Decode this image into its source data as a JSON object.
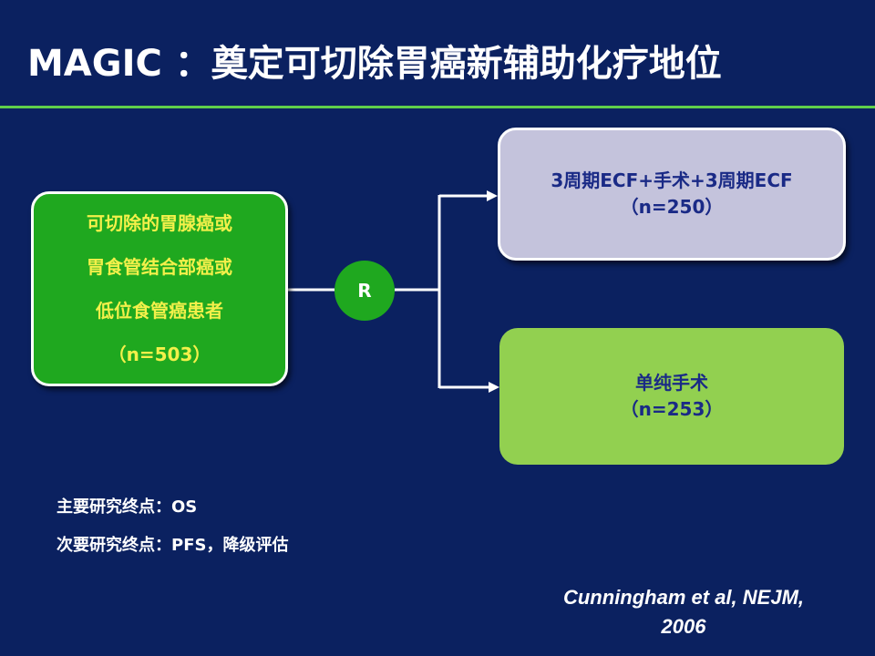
{
  "title": "MAGIC ：奠定可切除胃癌新辅助化疗地位",
  "population": {
    "lines": [
      "可切除的胃腺癌或",
      "胃食管结合部癌或",
      "低位食管癌患者",
      "（n=503）"
    ]
  },
  "randomization_label": "R",
  "arms": [
    {
      "label": "3周期ECF+手术+3周期ECF",
      "n": "（n=250）"
    },
    {
      "label": "单纯手术",
      "n": "（n=253）"
    }
  ],
  "endpoints": {
    "primary": "主要研究终点：OS",
    "secondary": "次要研究终点：PFS，降级评估"
  },
  "citation": {
    "line1": "Cunningham et al, NEJM,",
    "line2": "2006"
  },
  "colors": {
    "background": "#0b2160",
    "title_rule": "#5fd04a",
    "population_box": "#1fa81f",
    "population_text": "#f3f04a",
    "arm1_box": "#c4c3dc",
    "arm2_box": "#92d050",
    "arm_text": "#1a2a86"
  }
}
